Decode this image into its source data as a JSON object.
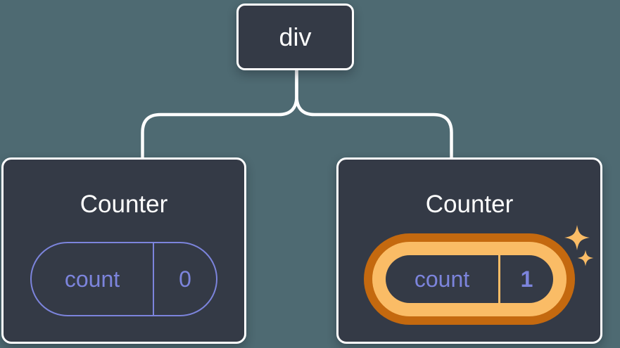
{
  "diagram": {
    "root_node": {
      "label": "div"
    },
    "children": [
      {
        "title": "Counter",
        "state_pill": {
          "key": "count",
          "value": "0"
        },
        "highlighted": false
      },
      {
        "title": "Counter",
        "state_pill": {
          "key": "count",
          "value": "1"
        },
        "highlighted": true
      }
    ]
  },
  "icons": {
    "sparkles": "sparkles-icon"
  },
  "colors": {
    "background": "#4E6A72",
    "node_fill": "#343A46",
    "node_border": "#FFFFFF",
    "state_purple": "#7C84DC",
    "highlight_orange_dark": "#C4690F",
    "highlight_orange_light": "#FABC66"
  }
}
